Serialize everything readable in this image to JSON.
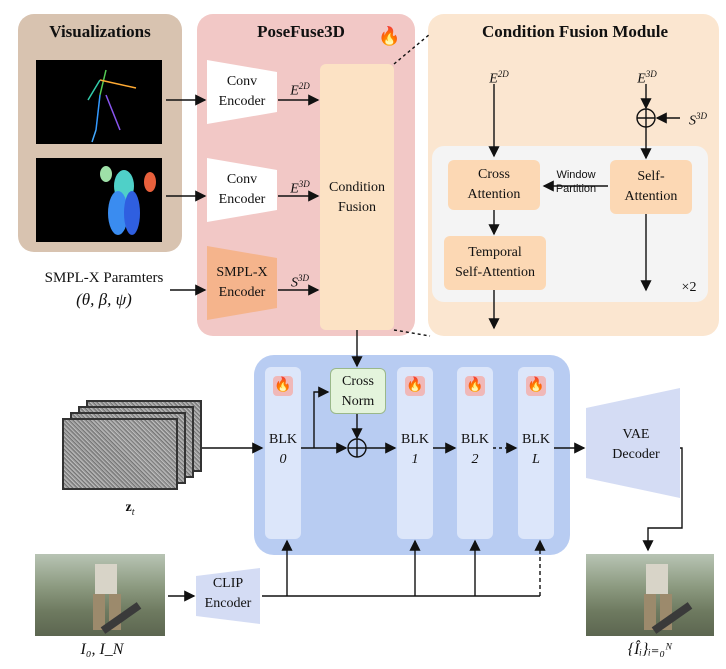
{
  "panels": {
    "visualizations": "Visualizations",
    "posefuse": "PoseFuse3D",
    "cfm": "Condition Fusion Module"
  },
  "posefuse": {
    "flame": "🔥",
    "conv_encoder_1": [
      "Conv",
      "Encoder"
    ],
    "conv_encoder_2": [
      "Conv",
      "Encoder"
    ],
    "smplx_encoder": [
      "SMPL-X",
      "Encoder"
    ],
    "e2d": "E",
    "e2d_sup": "2D",
    "e3d": "E",
    "e3d_sup": "3D",
    "s3d": "S",
    "s3d_sup": "3D",
    "condition_fusion": [
      "Condition",
      "Fusion"
    ]
  },
  "smplx_params": {
    "line1": "SMPL-X Paramters",
    "line2": "(θ, β, ψ)"
  },
  "cfm": {
    "e2d": "E",
    "e2d_sup": "2D",
    "e3d": "E",
    "e3d_sup": "3D",
    "s3d": "S",
    "s3d_sup": "3D",
    "cross_attention": [
      "Cross",
      "Attention"
    ],
    "window_partition": [
      "Window",
      "Partition"
    ],
    "self_attention": [
      "Self-",
      "Attention"
    ],
    "temporal": [
      "Temporal",
      "Self-Attention"
    ],
    "times": "×2"
  },
  "blocks": {
    "cross_norm": [
      "Cross",
      "Norm"
    ],
    "blk_label": "BLK",
    "blk0": "0",
    "blk1": "1",
    "blk2": "2",
    "blkL": "L",
    "flame": "🔥"
  },
  "vae": [
    "VAE",
    "Decoder"
  ],
  "clip": [
    "CLIP",
    "Encoder"
  ],
  "zt": "z",
  "zt_sub": "t",
  "inputs_label": "I₀, I_N",
  "output_label": "{Îᵢ}ᵢ₌₀ᴺ"
}
